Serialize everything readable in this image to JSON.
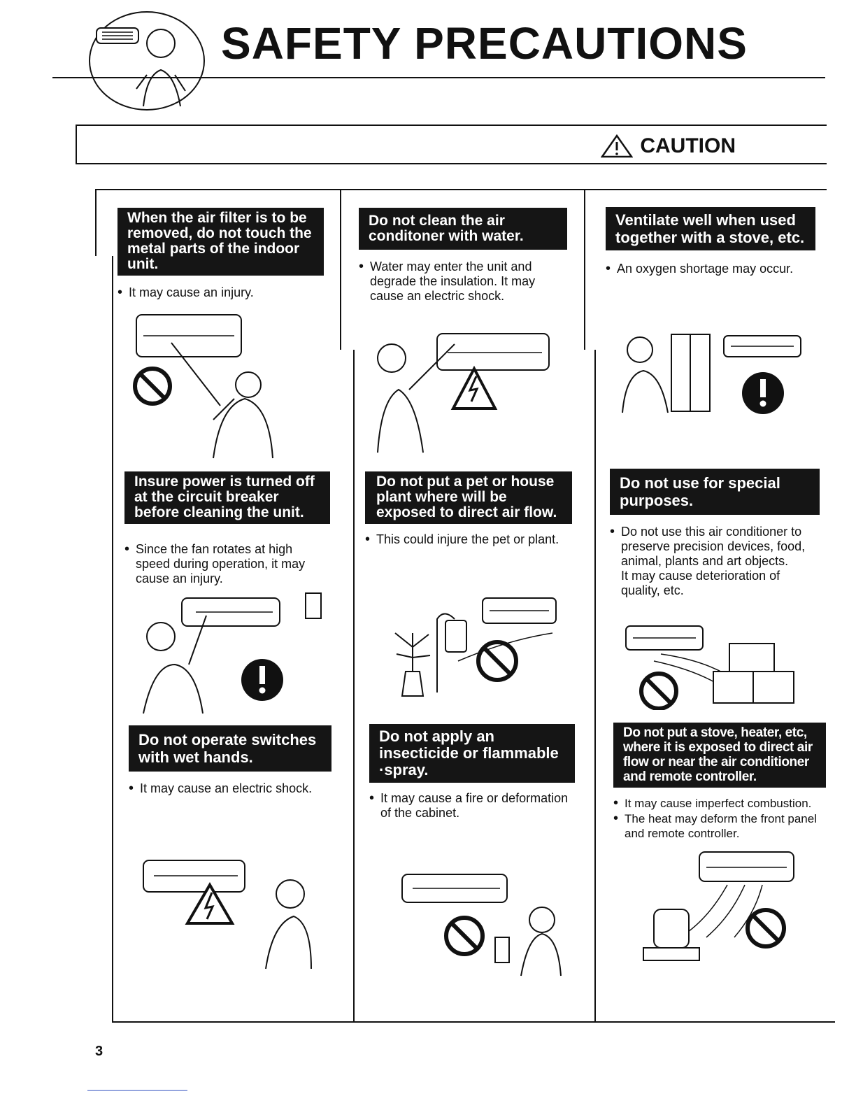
{
  "header": {
    "title": "SAFETY PRECAUTIONS"
  },
  "banner": {
    "label": "CAUTION"
  },
  "columns": [
    {
      "items": [
        {
          "heading": "When the air filter is to be removed, do not touch the metal parts of the indoor unit.",
          "bullets": [
            "It may cause an injury."
          ],
          "symbol": "prohibited-icon"
        },
        {
          "heading": "Insure power is turned off at the circuit breaker before cleaning the unit.",
          "bullets": [
            "Since the fan rotates at high speed during operation, it may cause an injury."
          ],
          "symbol": "mandatory-icon"
        },
        {
          "heading": "Do not operate switches with wet hands.",
          "bullets": [
            "It may cause an electric shock."
          ],
          "symbol": "electric-hazard-icon"
        }
      ]
    },
    {
      "items": [
        {
          "heading": "Do not clean the air conditoner with water.",
          "bullets": [
            "Water may enter the unit and degrade the insulation. It may cause an electric shock."
          ],
          "symbol": "electric-hazard-icon"
        },
        {
          "heading": "Do not put a pet or house plant where will be exposed to direct air flow.",
          "bullets": [
            "This could injure the pet or plant."
          ],
          "symbol": "prohibited-icon"
        },
        {
          "heading": "Do not apply an insecticide or flammable ·spray.",
          "bullets": [
            "It may cause a fire or deformation of the cabinet."
          ],
          "symbol": "prohibited-icon"
        }
      ]
    },
    {
      "items": [
        {
          "heading": "Ventilate well when used together with a stove, etc.",
          "bullets": [
            "An oxygen shortage may occur."
          ],
          "symbol": "mandatory-icon"
        },
        {
          "heading": "Do not use for special purposes.",
          "bullets": [
            "Do not use this air conditioner to preserve precision devices, food, animal, plants and art objects.",
            "It may cause deterioration of quality, etc."
          ],
          "symbol": "prohibited-icon"
        },
        {
          "heading": "Do not put a stove, heater, etc, where it is exposed to direct air flow or near the air conditioner and remote controller.",
          "bullets": [
            "It may cause imperfect combustion.",
            "The heat may deform the front panel and remote controller."
          ],
          "symbol": "prohibited-icon"
        }
      ]
    }
  ],
  "footer": {
    "page_number": "3"
  }
}
